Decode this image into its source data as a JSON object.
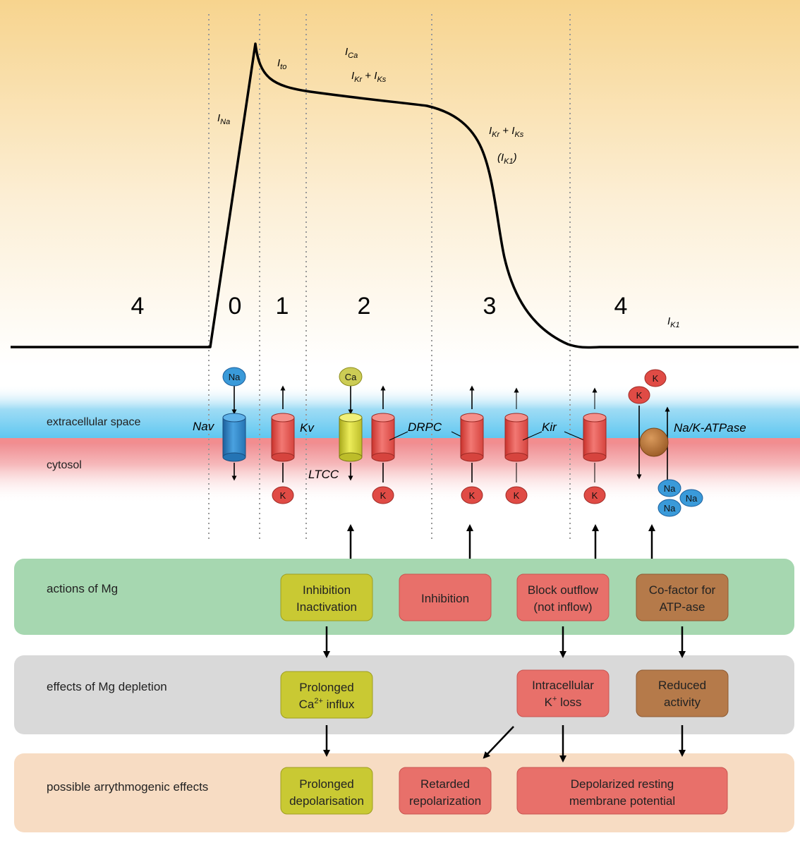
{
  "phases": [
    "4",
    "0",
    "1",
    "2",
    "3",
    "4"
  ],
  "currents": {
    "na": {
      "base": "I",
      "sub": "Na"
    },
    "to": {
      "base": "I",
      "sub": "to"
    },
    "ca": {
      "base": "I",
      "sub": "Ca"
    },
    "krks_top": {
      "a": "I",
      "a_sub": "Kr",
      "plus": " + ",
      "b": "I",
      "b_sub": "Ks"
    },
    "krks_right": {
      "a": "I",
      "a_sub": "Kr",
      "plus": " + ",
      "b": "I",
      "b_sub": "Ks"
    },
    "k1_paren": {
      "open": "(",
      "base": "I",
      "sub": "K1",
      "close": ")"
    },
    "k1": {
      "base": "I",
      "sub": "K1"
    }
  },
  "membrane": {
    "extracellular_label": "extracellular space",
    "cytosol_label": "cytosol",
    "channels": {
      "nav": "Nav",
      "kv": "Kv",
      "ltcc": "LTCC",
      "drpc": "DRPC",
      "kir": "Kir",
      "pump": "Na/K-ATPase"
    },
    "ions": {
      "na": "Na",
      "k": "K",
      "ca": "Ca"
    }
  },
  "rows": {
    "actions": {
      "label": "actions of Mg",
      "boxes": {
        "ltcc": [
          "Inhibition",
          "Inactivation"
        ],
        "drpc": [
          "Inhibition"
        ],
        "kir": [
          "Block outflow",
          "(not inflow)"
        ],
        "pump": [
          "Co-factor for",
          "ATP-ase"
        ]
      }
    },
    "depletion": {
      "label": "effects of Mg depletion",
      "boxes": {
        "ca": {
          "line1": "Prolonged",
          "line2_base": "Ca",
          "line2_sup": "2+",
          "line2_rest": " influx"
        },
        "k": {
          "line1": "Intracellular",
          "line2_base": "K",
          "line2_sup": "+",
          "line2_rest": " loss"
        },
        "pump": [
          "Reduced",
          "activity"
        ]
      }
    },
    "arrhythmia": {
      "label": "possible arrythmogenic effects",
      "boxes": {
        "depol": [
          "Prolonged",
          "depolarisation"
        ],
        "repol": [
          "Retarded",
          "repolarization"
        ],
        "resting": [
          "Depolarized resting",
          "membrane potential"
        ]
      }
    }
  },
  "colors": {
    "olive": "#c9c933",
    "olive_border": "#9e9e22",
    "red": "#e8706a",
    "red_border": "#c95450",
    "brown": "#b57a4a",
    "brown_border": "#8e5a33",
    "green_band": "#a6d7b0",
    "gray_band": "#d9d9d9",
    "peach_band": "#f7dcc3",
    "nav_blue": "#2e86c8",
    "ion_blue": "#3a9ad9"
  }
}
